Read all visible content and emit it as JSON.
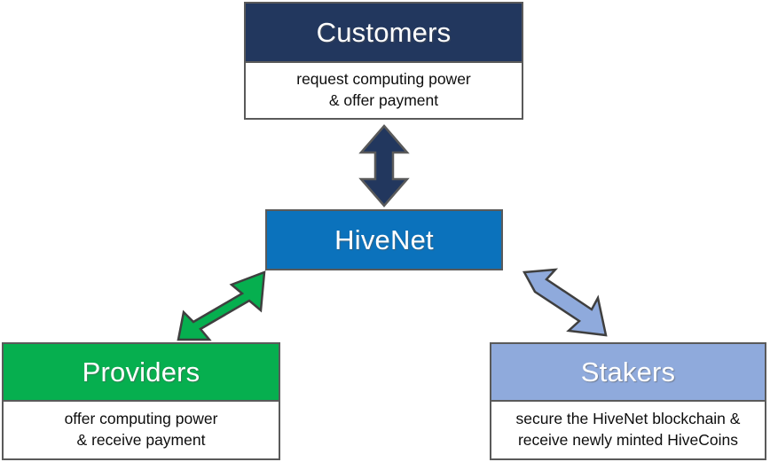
{
  "diagram": {
    "title_visible": false,
    "background": "#FFFFFF",
    "nodes": [
      {
        "id": "customers",
        "header": "Customers",
        "body": "request computing power\n& offer payment",
        "body_line1": "request computing power",
        "body_line2": "& offer payment",
        "header_color": "#22375E",
        "header_text_color": "#FFFFFF",
        "border_color": "#5A5A5A"
      },
      {
        "id": "hivenet",
        "header": "HiveNet",
        "body_line1": "",
        "body_line2": "",
        "header_color": "#0B72BC",
        "header_text_color": "#FFFFFF",
        "border_color": "#5A5A5A"
      },
      {
        "id": "providers",
        "header": "Providers",
        "body": "offer computing power\n& receive payment",
        "body_line1": "offer computing power",
        "body_line2": "& receive payment",
        "header_color": "#06AF4F",
        "header_text_color": "#FFFFFF",
        "border_color": "#5A5A5A"
      },
      {
        "id": "stakers",
        "header": "Stakers",
        "body": "secure the HiveNet blockchain &\nreceive newly minted HiveCoins",
        "body_line1": "secure the HiveNet blockchain &",
        "body_line2": "receive newly minted HiveCoins",
        "header_color": "#8FAADC",
        "header_text_color": "#FFFFFF",
        "border_color": "#5A5A5A"
      }
    ],
    "connectors": [
      {
        "id": "customers-hivenet",
        "from": "customers",
        "to": "hivenet",
        "style": "double-headed-arrow",
        "orientation": "vertical",
        "color": "#22375E",
        "outline": "#5A5A5A"
      },
      {
        "id": "providers-hivenet",
        "from": "providers",
        "to": "hivenet",
        "style": "double-headed-arrow",
        "orientation": "diagonal-up-right",
        "color": "#06AF4F",
        "outline": "#3F3F3F"
      },
      {
        "id": "stakers-hivenet",
        "from": "stakers",
        "to": "hivenet",
        "style": "double-headed-arrow",
        "orientation": "diagonal-down-right",
        "color": "#8FAADC",
        "outline": "#3F3F3F"
      }
    ]
  }
}
